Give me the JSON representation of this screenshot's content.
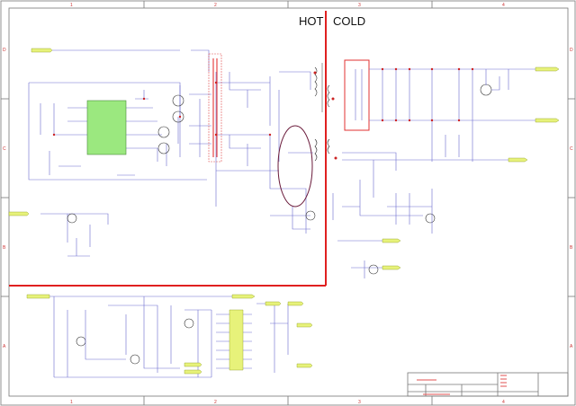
{
  "labels": {
    "hot": "HOT",
    "cold": "COLD"
  },
  "columns": [
    "1",
    "2",
    "3",
    "4"
  ],
  "rows": [
    "D",
    "C",
    "B",
    "A"
  ],
  "colors": {
    "wire": "#6a6acf",
    "boundary": "#e02020",
    "ic_fill": "#9be87f",
    "net_label": "#e7f27a",
    "highlight": "#e03030",
    "ellipse": "#6a1a3a"
  }
}
